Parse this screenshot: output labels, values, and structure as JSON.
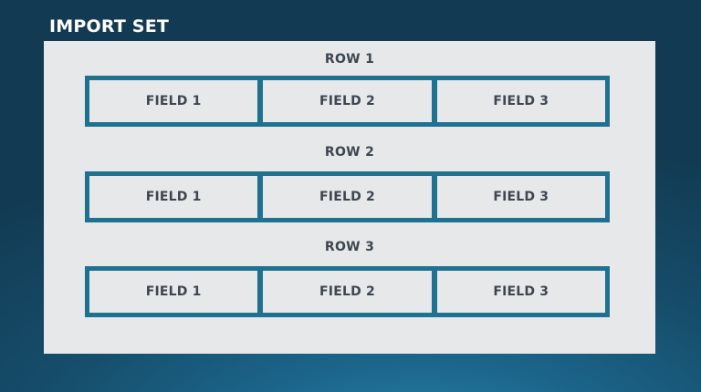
{
  "title": "IMPORT SET",
  "rows": [
    {
      "label": "ROW 1",
      "fields": [
        "FIELD 1",
        "FIELD 2",
        "FIELD 3"
      ]
    },
    {
      "label": "ROW 2",
      "fields": [
        "FIELD 1",
        "FIELD 2",
        "FIELD 3"
      ]
    },
    {
      "label": "ROW 3",
      "fields": [
        "FIELD 1",
        "FIELD 2",
        "FIELD 3"
      ]
    }
  ],
  "colors": {
    "background_dark": "#123a52",
    "background_light": "#2a86ad",
    "panel": "#e7e8ea",
    "row_border": "#1f7190",
    "text": "#3d4650",
    "title": "#ffffff"
  }
}
